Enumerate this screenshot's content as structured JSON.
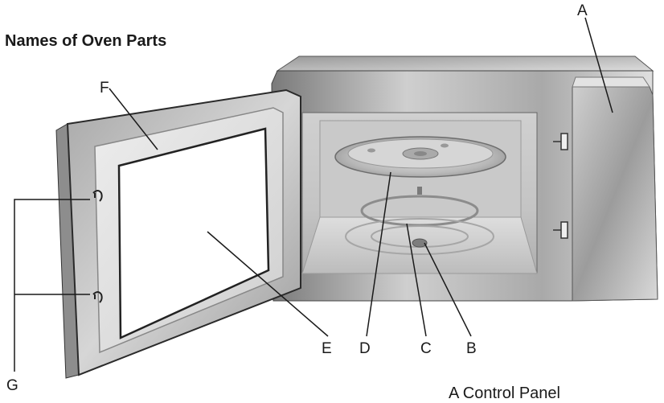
{
  "title": "Names of Oven Parts",
  "labels": {
    "a": "A",
    "b": "B",
    "c": "C",
    "d": "D",
    "e": "E",
    "f": "F",
    "g": "G"
  },
  "legend": {
    "first_item": "A  Control Panel"
  },
  "colors": {
    "outline": "#1a1a1a",
    "metal_light": "#e6e6e6",
    "metal_mid": "#bdbdbd",
    "metal_dark": "#8a8a8a"
  }
}
